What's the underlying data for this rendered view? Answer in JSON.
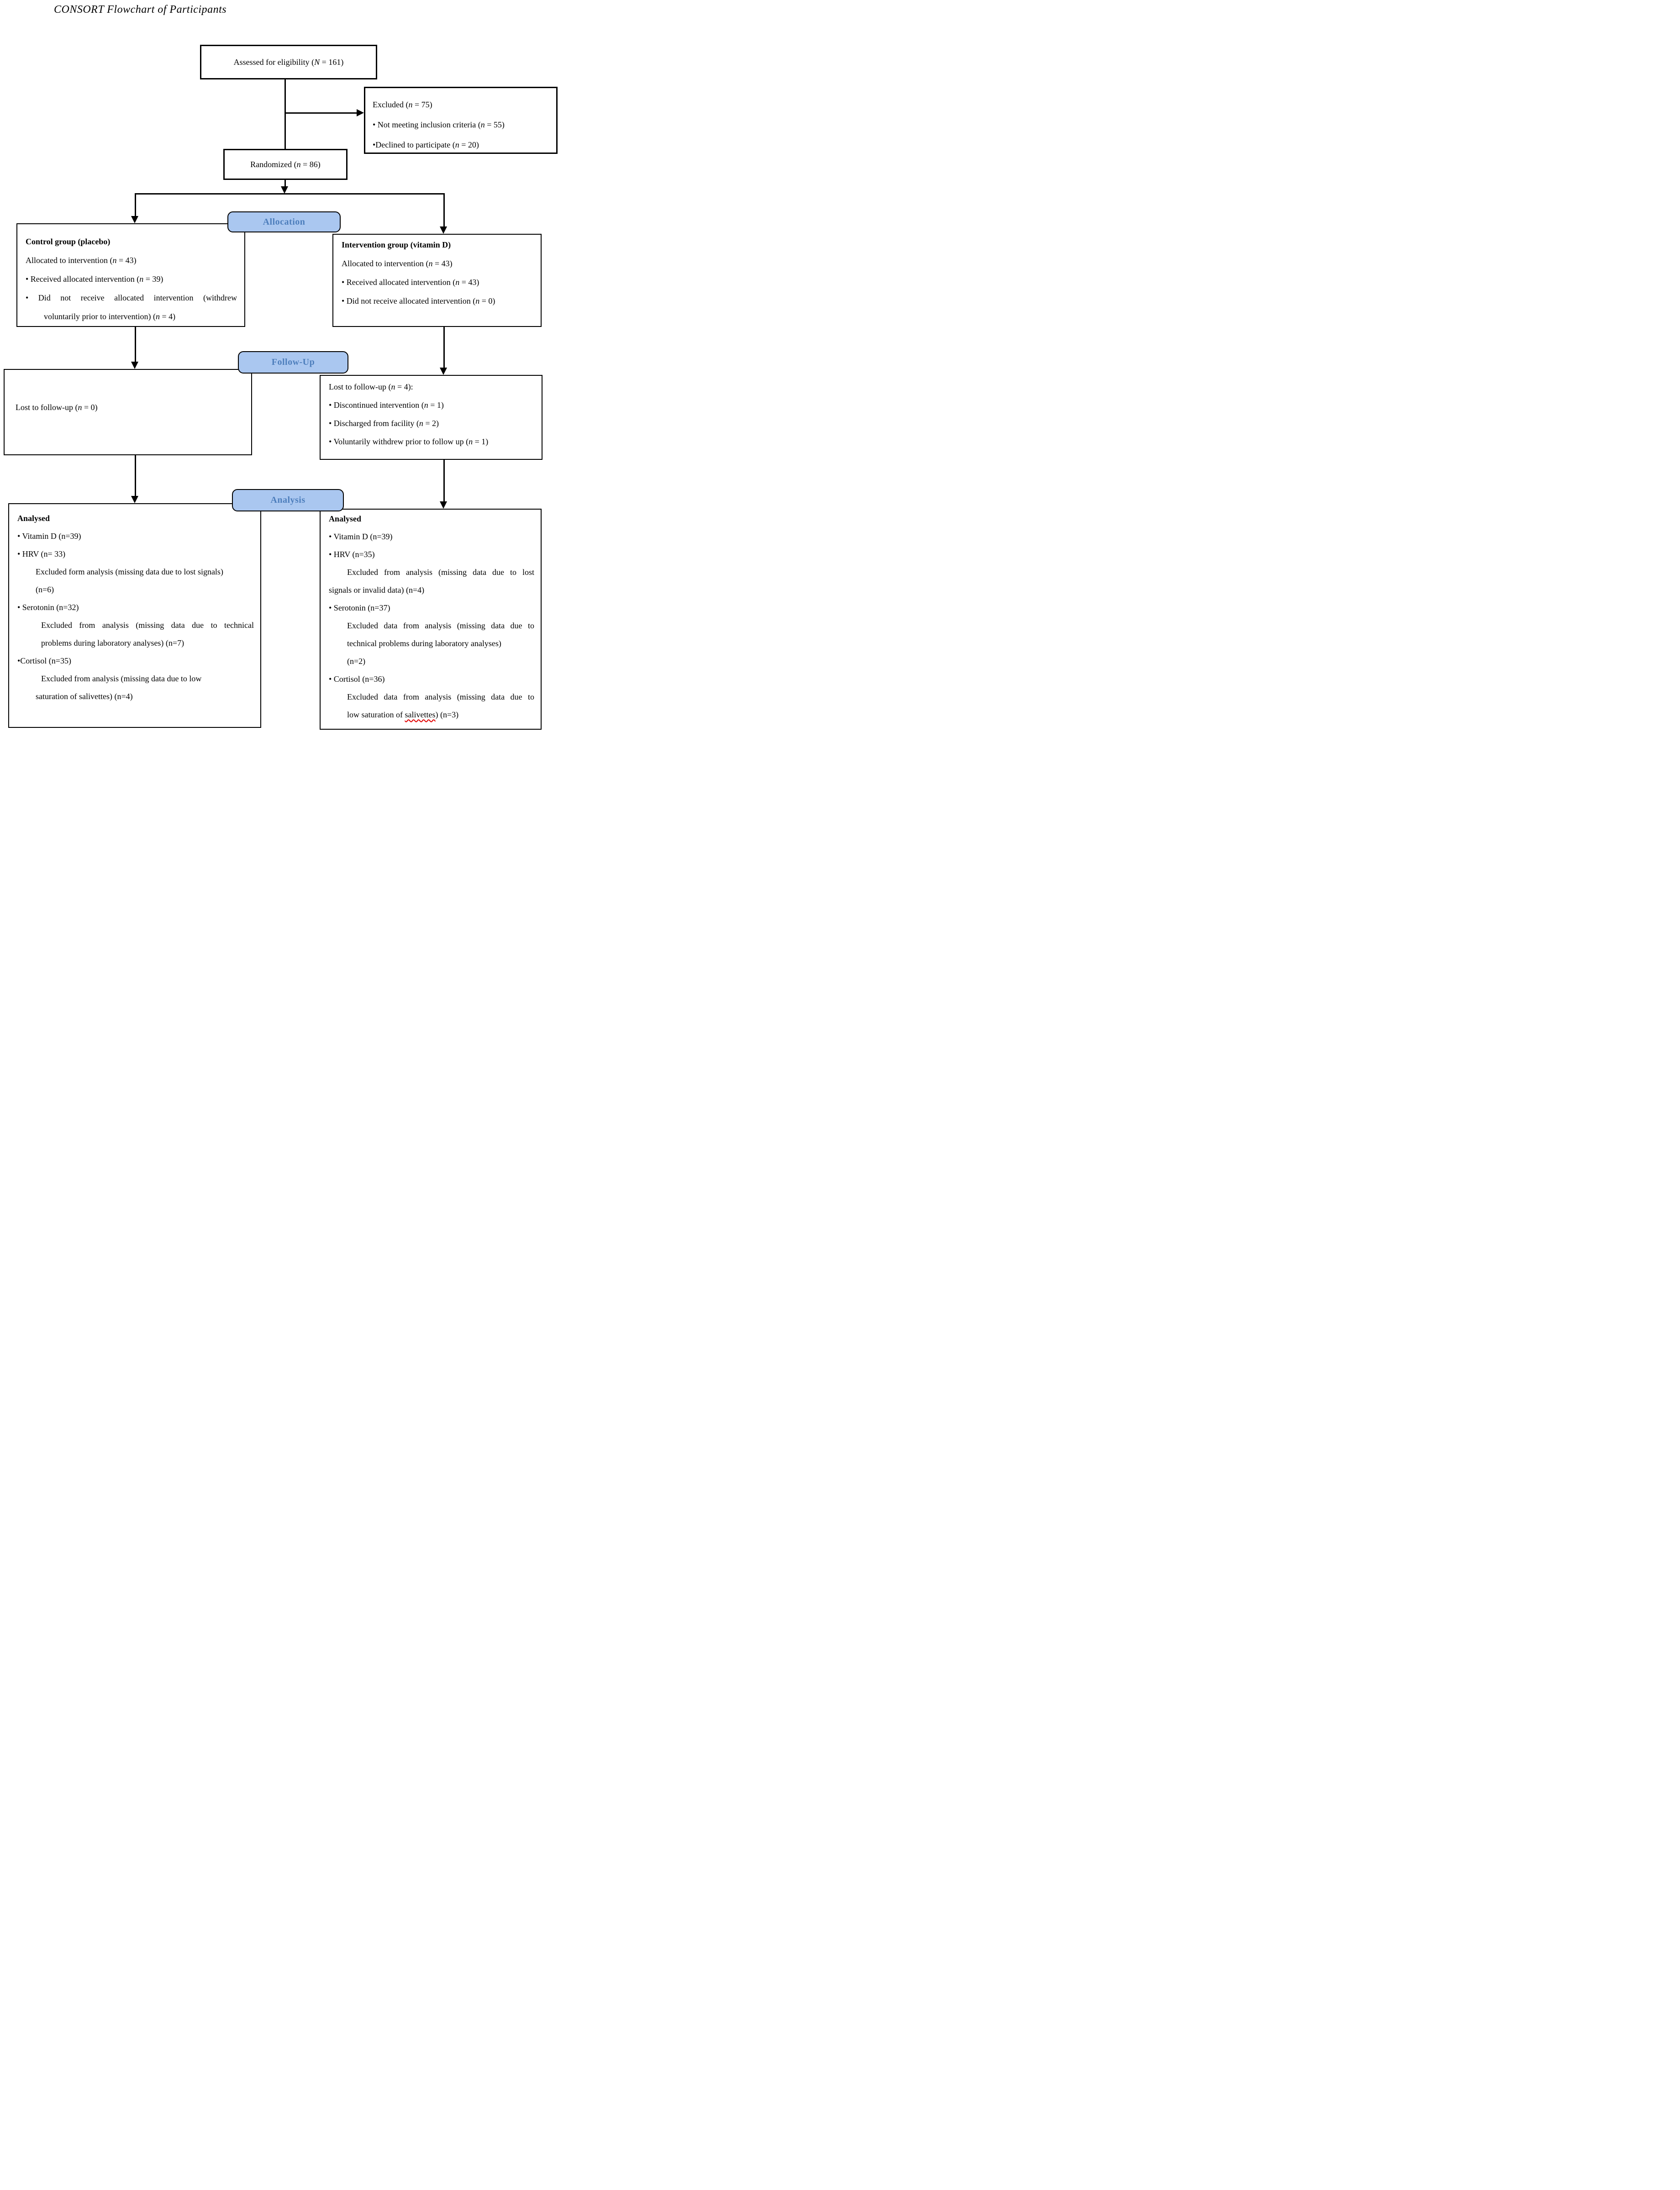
{
  "title": "CONSORT Flowchart of Participants",
  "colors": {
    "pill_fill": "#aac7f0",
    "pill_text": "#4d7ebc",
    "squiggle": "#e00000",
    "line": "#000000"
  },
  "flow": {
    "assessed": {
      "text": "Assessed for eligibility (<i>N</i> = 161)"
    },
    "excluded": {
      "lines": [
        {
          "html": "Excluded (<i>n</i> = 75)"
        },
        {
          "html": "&bull; Not meeting inclusion criteria (<i>n</i> = 55)"
        },
        {
          "html": "&bull;Declined to participate (<i>n</i> = 20)"
        }
      ]
    },
    "randomized": {
      "text": "Randomized (<i>n</i> = 86)"
    },
    "sections": {
      "allocation": "Allocation",
      "followup": "Follow-Up",
      "analysis": "Analysis"
    },
    "control": {
      "lines": [
        {
          "html": "Control group (placebo)",
          "bold": true
        },
        {
          "html": "Allocated to intervention (<i>n</i> = 43)"
        },
        {
          "html": "&bull; Received allocated intervention (<i>n</i> = 39)"
        },
        {
          "html": "&bull; Did not receive allocated intervention (withdrew",
          "justify": true
        },
        {
          "html": "voluntarily prior to intervention) (<i>n</i> = 4)",
          "indent": 1
        }
      ]
    },
    "intervention": {
      "lines": [
        {
          "html": "Intervention group (vitamin D)",
          "bold": true
        },
        {
          "html": "Allocated to intervention (<i>n</i> = 43)"
        },
        {
          "html": "&bull; Received allocated intervention (<i>n</i> = 43)"
        },
        {
          "html": "&bull; Did not receive allocated intervention (<i>n</i> = 0)"
        }
      ]
    },
    "lost_left": {
      "text": "Lost to follow-up (<i>n</i> = 0)"
    },
    "lost_right": {
      "lines": [
        {
          "html": "Lost to follow-up (<i>n</i> = 4):"
        },
        {
          "html": "&bull; Discontinued intervention (<i>n</i> = 1)"
        },
        {
          "html": "&bull; Discharged from facility (<i>n</i> = 2)"
        },
        {
          "html": "&bull; Voluntarily withdrew prior to follow up (<i>n</i> = 1)"
        }
      ]
    },
    "analysed_left": {
      "lines": [
        {
          "html": "Analysed",
          "bold": true
        },
        {
          "html": "&bull; Vitamin D (n=39)"
        },
        {
          "html": "&bull; HRV (n= 33)"
        },
        {
          "html": "Excluded form analysis (missing data due to lost signals)",
          "indent": 1
        },
        {
          "html": "(n=6)",
          "indent": 1
        },
        {
          "html": "&bull; Serotonin (n=32)"
        },
        {
          "html": "Excluded from analysis (missing data due to technical",
          "indent": 2,
          "justify": true
        },
        {
          "html": "problems during laboratory analyses) (n=7)",
          "indent": 2
        },
        {
          "html": "&bull;Cortisol (n=35)"
        },
        {
          "html": "Excluded from analysis (missing data due to low",
          "indent": 2
        },
        {
          "html": "saturation of salivettes) (n=4)",
          "indent": 1
        }
      ]
    },
    "analysed_right": {
      "lines": [
        {
          "html": "Analysed",
          "bold": true
        },
        {
          "html": "&bull; Vitamin D (n=39)"
        },
        {
          "html": "&bull; HRV (n=35)"
        },
        {
          "html": "Excluded from analysis (missing data due to lost",
          "indent": 1,
          "justify": true
        },
        {
          "html": "signals or invalid data) (n=4)"
        },
        {
          "html": "&bull; Serotonin (n=37)"
        },
        {
          "html": "Excluded data from analysis (missing data due to",
          "indent": 1,
          "justify": true
        },
        {
          "html": "technical problems during laboratory analyses)",
          "indent": 1
        },
        {
          "html": "(n=2)",
          "indent": 1
        },
        {
          "html": "&bull; Cortisol (n=36)"
        },
        {
          "html": "Excluded data from analysis (missing data due to",
          "indent": 1,
          "justify": true
        },
        {
          "html": "low saturation of <span class=\"sq\">salivettes</span>) (n=3)",
          "indent": 1
        }
      ]
    }
  }
}
